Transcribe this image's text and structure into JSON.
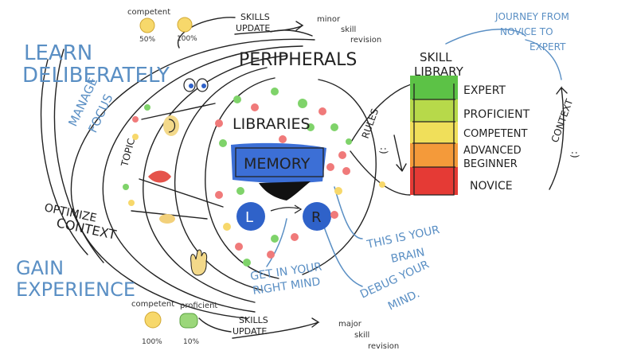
{
  "canvas_bg": "#ffffff",
  "colors": {
    "ink": "#222222",
    "blue_ink": "#5a8fc4",
    "memory_fill": "#3c6fd6",
    "brain_circle": "#2f62c9",
    "expert": "#5cc246",
    "proficient": "#b7d94a",
    "competent": "#f0df5a",
    "advanced_beginner": "#f49a3a",
    "novice": "#e53a35",
    "dot_green": "#7fd36a",
    "dot_red": "#f07a7a",
    "dot_yellow": "#f7d86b"
  },
  "labels": {
    "learn_deliberately_1": "LEARN",
    "learn_deliberately_2": "DELIBERATELY",
    "manage_focus_1": "MANAGE",
    "manage_focus_2": "FOCUS",
    "topic": "TOPIC",
    "optimize_1": "OPTIMIZE",
    "optimize_2": "CONTEXT",
    "gain_1": "GAIN",
    "gain_2": "EXPERIENCE",
    "peripherals": "PERIPHERALS",
    "libraries": "LIBRARIES",
    "memory": "MEMORY",
    "left_brain": "L",
    "right_brain": "R",
    "this_is_brain_1": "THIS IS YOUR",
    "this_is_brain_2": "BRAIN",
    "debug_1": "DEBUG YOUR",
    "debug_2": "MIND.",
    "right_mind_1": "GET IN YOUR",
    "right_mind_2": "RIGHT MIND",
    "journey_1": "JOURNEY FROM",
    "journey_2": "NOVICE TO",
    "journey_3": "EXPERT",
    "skill_library_1": "SKILL",
    "skill_library_2": "LIBRARY",
    "rules": "RULES",
    "context": "CONTEXT",
    "smiley_rules": ":)",
    "smiley_context": ":)",
    "top_competent": "competent",
    "top_pct_50": "50%",
    "top_pct_100": "100%",
    "top_skills_1": "SKILLS",
    "top_skills_2": "UPDATE",
    "top_minor_1": "minor",
    "top_minor_2": "skill",
    "top_minor_3": "revision",
    "bot_competent": "competent",
    "bot_proficient": "proficient",
    "bot_pct_100": "100%",
    "bot_pct_10": "10%",
    "bot_skills_1": "SKILLS",
    "bot_skills_2": "UPDATE",
    "bot_major_1": "major",
    "bot_major_2": "skill",
    "bot_major_3": "revision"
  },
  "skill_levels": [
    "EXPERT",
    "PROFICIENT",
    "COMPETENT",
    "ADVANCED",
    "BEGINNER",
    "NOVICE"
  ]
}
